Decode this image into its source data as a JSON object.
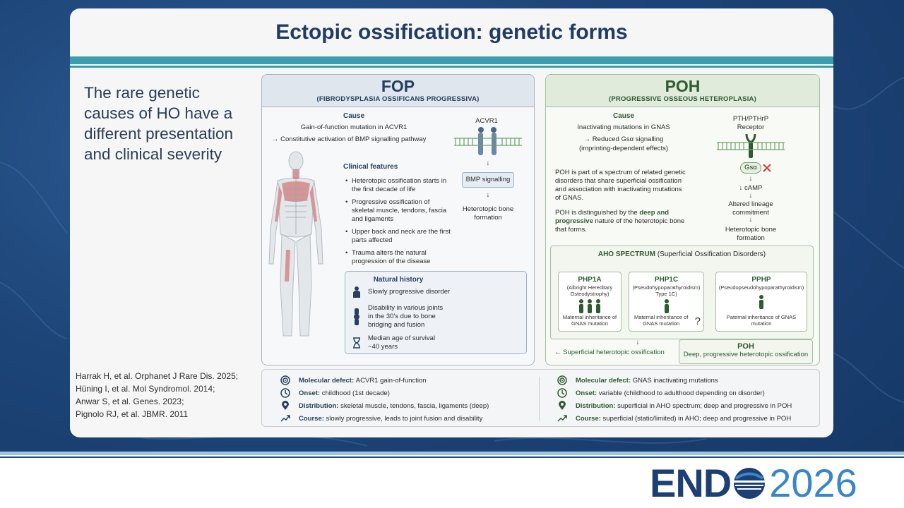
{
  "slide": {
    "title": "Ectopic ossification: genetic forms",
    "subtitle": "The rare genetic causes of HO have a different presentation and clinical severity",
    "references": [
      "Harrak H, et al. Orphanet J Rare Dis. 2025;",
      "Hüning I, et al. Mol Syndromol. 2014;",
      "Anwar S, et al. Genes. 2023;",
      "Pignolo RJ, et al. JBMR. 2011"
    ]
  },
  "fop": {
    "title": "FOP",
    "subtitle": "(FIBRODYSPLASIA OSSIFICANS PROGRESSIVA)",
    "cause_heading": "Cause",
    "cause_line1": "Gain-of-function mutation in ACVR1",
    "cause_line2": "→ Constitutive activation of BMP signalling pathway",
    "receptor_label": "ACVR1",
    "bmp_label": "BMP signalling",
    "outcome_label": "Heterotopic bone formation",
    "clinical_heading": "Clinical features",
    "clinical_features": [
      "Heterotopic ossification starts in the first decade of life",
      "Progressive ossification of skeletal muscle, tendons, fascia and ligaments",
      "Upper back and neck are the first parts affected",
      "Trauma alters the natural progression of the disease"
    ],
    "natural_history_heading": "Natural history",
    "natural_history": [
      "Slowly progressive disorder",
      "Disability in various joints in the 30's due to bone bridging and fusion",
      "Median age of survival ~40 years"
    ]
  },
  "poh": {
    "title": "POH",
    "subtitle": "(PROGRESSIVE OSSEOUS HETEROPLASIA)",
    "cause_heading": "Cause",
    "cause_line1": "Inactivating mutations in GNAS",
    "cause_line2": "→ Reduced Gsα signalling",
    "cause_line3": "(imprinting-dependent effects)",
    "receptor_label": "PTH/PTHrP Receptor",
    "gsa_label": "Gsα",
    "camp_label": "↓ cAMP",
    "lineage_label": "Altered lineage commitment",
    "outcome_label": "Heterotopic bone formation",
    "para1": "POH is part of a spectrum of related genetic disorders that share superficial ossification and association with inactivating mutations of GNAS.",
    "para2_a": "POH is distinguished by the ",
    "para2_b": "deep and progressive",
    "para2_c": " nature of the heterotopic bone that forms.",
    "aho_title": "AHO SPECTRUM",
    "aho_sub": "(Superficial Ossification Disorders)",
    "aho_items": [
      {
        "name": "PHP1A",
        "desc": "(Albright Hereditary Osteodystrophy)",
        "inheritance": "Maternal inheritance of GNAS mutation"
      },
      {
        "name": "PHP1C",
        "desc": "(Pseudohypoparathyroidism) Type 1C)",
        "inheritance": "Maternal inheritance of GNAS mutation"
      },
      {
        "name": "PPHP",
        "desc": "(Pseudopseudohypoparathyroidism)",
        "inheritance": "Paternal inheritance of GNAS mutation"
      }
    ],
    "question_mark": "?",
    "superficial_label": "Superficial heterotopic ossification",
    "poh_box_title": "POH",
    "poh_box_sub": "Deep, progressive heterotopic ossification"
  },
  "summary": {
    "fop": [
      {
        "icon": "target-icon",
        "label": "Molecular defect:",
        "value": "ACVR1 gain-of-function"
      },
      {
        "icon": "clock-icon",
        "label": "Onset:",
        "value": "childhood (1st decade)"
      },
      {
        "icon": "location-pin-icon",
        "label": "Distribution:",
        "value": "skeletal muscle, tendons, fascia, ligaments (deep)"
      },
      {
        "icon": "trend-icon",
        "label": "Course:",
        "value": "slowly progressive, leads to joint fusion and disability"
      }
    ],
    "poh": [
      {
        "icon": "target-icon",
        "label": "Molecular defect:",
        "value": "GNAS inactivating mutations"
      },
      {
        "icon": "clock-icon",
        "label": "Onset:",
        "value": "variable (childhood to adulthood depending on disorder)"
      },
      {
        "icon": "location-pin-icon",
        "label": "Distribution:",
        "value": "superficial in AHO spectrum; deep and progressive in POH"
      },
      {
        "icon": "trend-icon",
        "label": "Course:",
        "value": "superficial (static/limited) in AHO; deep and progressive in POH"
      }
    ]
  },
  "logo": {
    "text": "END",
    "year": "2026"
  },
  "colors": {
    "fop_accent": "#27405f",
    "poh_accent": "#2f5a32",
    "teal_bar": "#3a9eae",
    "background": "#1d4578"
  }
}
